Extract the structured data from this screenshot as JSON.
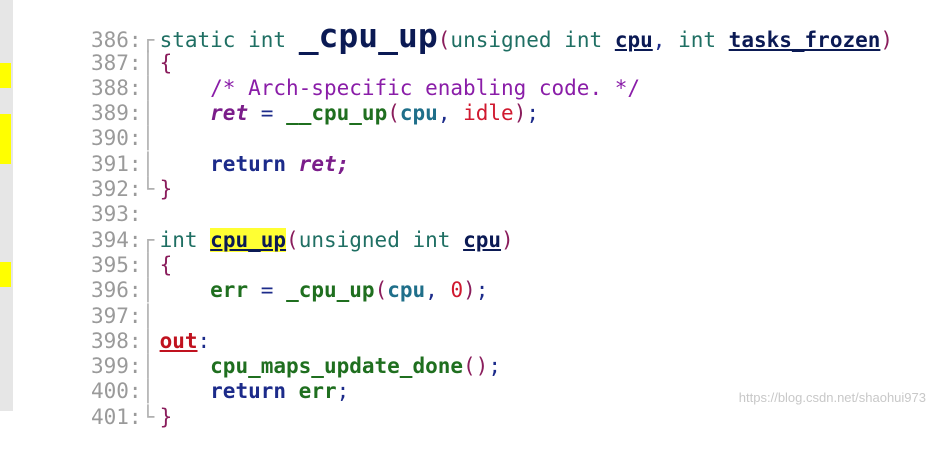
{
  "lines": [
    {
      "num": "386:",
      "fold": "┌"
    },
    {
      "num": "387:",
      "fold": "│"
    },
    {
      "num": "388:",
      "fold": "│"
    },
    {
      "num": "389:",
      "fold": "│"
    },
    {
      "num": "390:",
      "fold": "│"
    },
    {
      "num": "391:",
      "fold": "│"
    },
    {
      "num": "392:",
      "fold": "└"
    },
    {
      "num": "393:",
      "fold": ""
    },
    {
      "num": "394:",
      "fold": "┌"
    },
    {
      "num": "395:",
      "fold": "│"
    },
    {
      "num": "396:",
      "fold": "│"
    },
    {
      "num": "397:",
      "fold": "│"
    },
    {
      "num": "398:",
      "fold": "│"
    },
    {
      "num": "399:",
      "fold": "│"
    },
    {
      "num": "400:",
      "fold": "│"
    },
    {
      "num": "401:",
      "fold": "└"
    }
  ],
  "tokens": {
    "static": "static",
    "int": "int",
    "cpu_up_big": "_cpu_up",
    "lparen": "(",
    "rparen": ")",
    "unsigned": "unsigned",
    "cpu": "cpu",
    "comma": ",",
    "tasks_frozen": "tasks_frozen",
    "lbrace": "{",
    "rbrace": "}",
    "comment": "/* Arch-specific enabling code. */",
    "ret": "ret",
    "eq": "=",
    "__cpu_up": "__cpu_up",
    "idle": "idle",
    "semicolon": ";",
    "return": "return",
    "cpu_up": "cpu_up",
    "err": "err",
    "_cpu_up": "_cpu_up",
    "zero": "0",
    "out": "out",
    "colon": ":",
    "cpu_maps_update_done": "cpu_maps_update_done",
    "parens": "()"
  },
  "watermark": "https://blog.csdn.net/shaohui973"
}
